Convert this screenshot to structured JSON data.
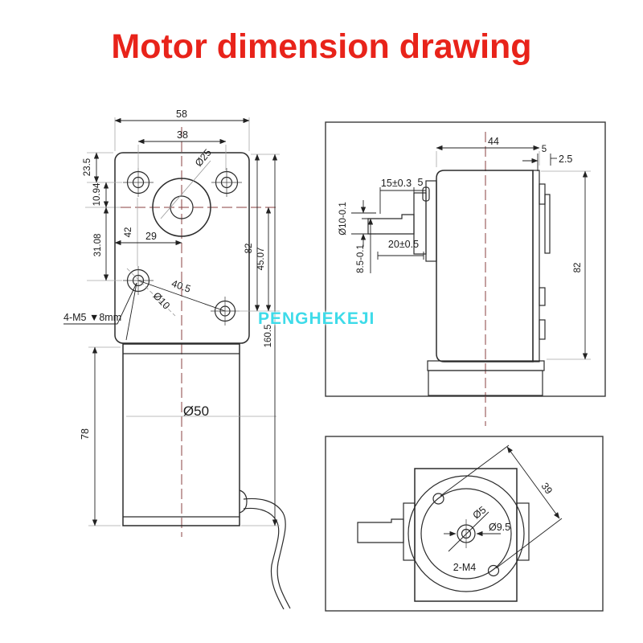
{
  "title": "Motor dimension drawing",
  "watermark": "PENGHEKEJI",
  "colors": {
    "title": "#e8231a",
    "line": "#2b2b2b",
    "centerline": "#8a4040",
    "watermark": "#3edbe9"
  },
  "front_view": {
    "dims": {
      "plate_width": "58",
      "hole_span_x": "38",
      "top_to_hole": "23.5",
      "hole_to_center": "10.94",
      "center_to_lower_hole": "31.08",
      "hole_column": "42",
      "edge_to_center": "29",
      "gear_boss_dia": "Ø25",
      "top_to_lower_hole": "82",
      "center_to_lower_hole_right": "45.07",
      "total_length": "160.5",
      "lower_hole_dia": "Ø10",
      "lower_hole_span": "40.5",
      "screw_note": "4-M5 ▼8mm",
      "motor_dia": "Ø50",
      "motor_length": "78"
    }
  },
  "side_view": {
    "dims": {
      "gearbox_width": "44",
      "cover_tab": "5",
      "tab_depth": "2.5",
      "shaft_flat_len": "15±0.3",
      "boss_len": "5",
      "shaft_dia": "Ø10-0.1",
      "shaft_len": "20±0.5",
      "shaft_flat_height": "8.5-0.1",
      "body_height": "82"
    }
  },
  "rear_view": {
    "dims": {
      "mount_hole_span": "39",
      "shaft_dia": "Ø5",
      "boss_dia": "Ø9.5",
      "mount_screws": "2-M4"
    }
  }
}
